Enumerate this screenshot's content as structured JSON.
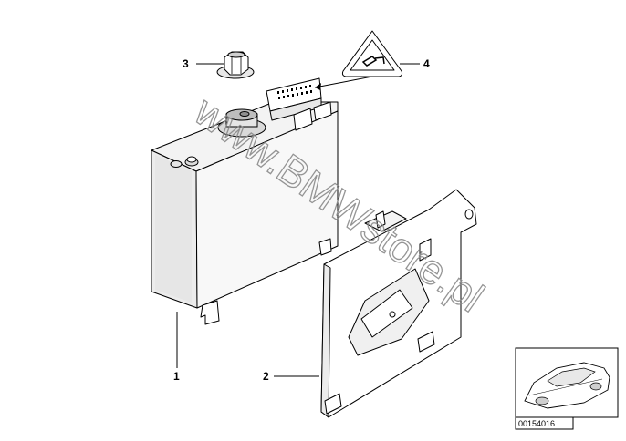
{
  "callouts": {
    "p1": "1",
    "p2": "2",
    "p3": "3",
    "p4": "4"
  },
  "watermark": "www.BMWstore.pl",
  "thumbnail": {
    "reference": "00154016"
  }
}
